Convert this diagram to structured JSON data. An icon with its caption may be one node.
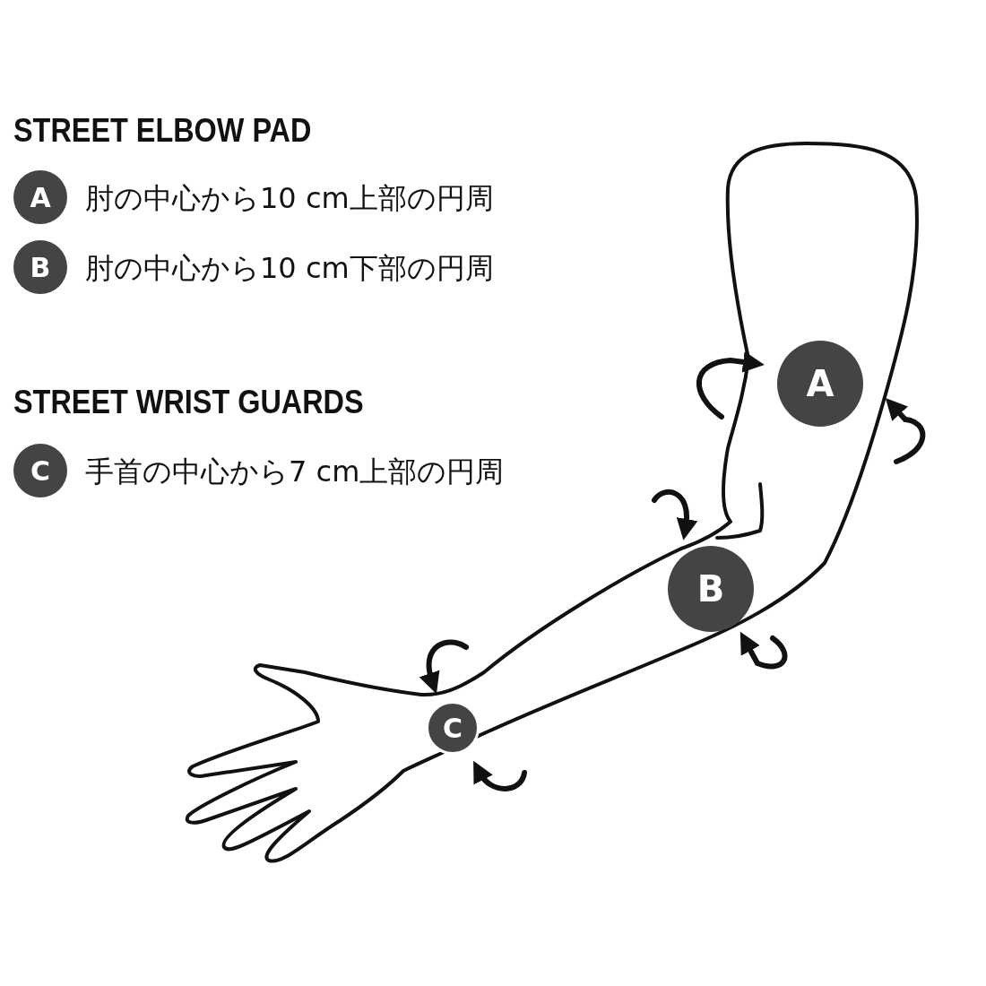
{
  "diagram": {
    "nodes": [
      {
        "text": [
          "A"
        ],
        "beside": [
          "肘の中心から10 cm上部の円周"
        ]
      },
      {
        "text": [
          "B"
        ],
        "beside": [
          "肘の中心から10 cm下部の円周"
        ]
      },
      {
        "text": [
          "C"
        ],
        "beside": [
          "手首の中心から7 cm上部の円周"
        ]
      },
      {
        "text": [
          "A"
        ]
      },
      {
        "text": [
          "B"
        ]
      },
      {
        "text": [
          "C"
        ]
      }
    ],
    "labels": [
      "STREET ELBOW PAD",
      "STREET WRIST GUARDS"
    ]
  }
}
